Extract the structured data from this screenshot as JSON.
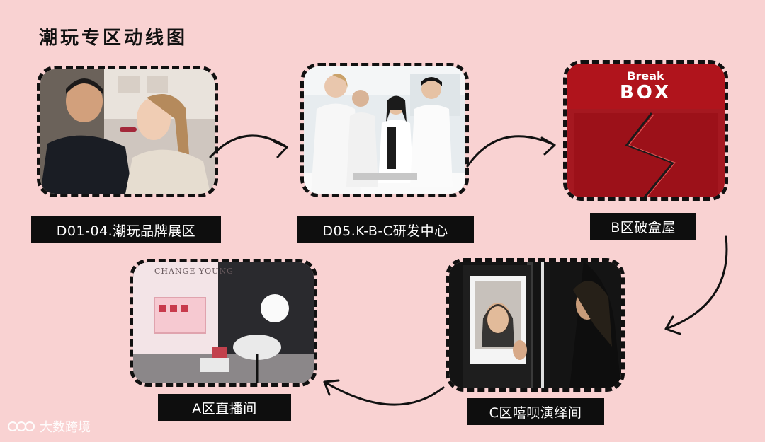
{
  "title": "潮玩专区动线图",
  "zones": [
    {
      "label": "D01-04.潮玩品牌展区"
    },
    {
      "label": "D05.K-B-C研发中心"
    },
    {
      "label": "B区破盒屋"
    },
    {
      "label": "C区嘻呗演绎间"
    },
    {
      "label": "A区直播间"
    }
  ],
  "breakbox": {
    "line1": "Break",
    "line2": "BOX"
  },
  "studio_sign": "CHANGE YOUNG",
  "watermark": "大数跨境",
  "colors": {
    "background": "#f9d2d2",
    "label_bg": "#0e0e0e",
    "breakbox_red": "#a51820"
  }
}
